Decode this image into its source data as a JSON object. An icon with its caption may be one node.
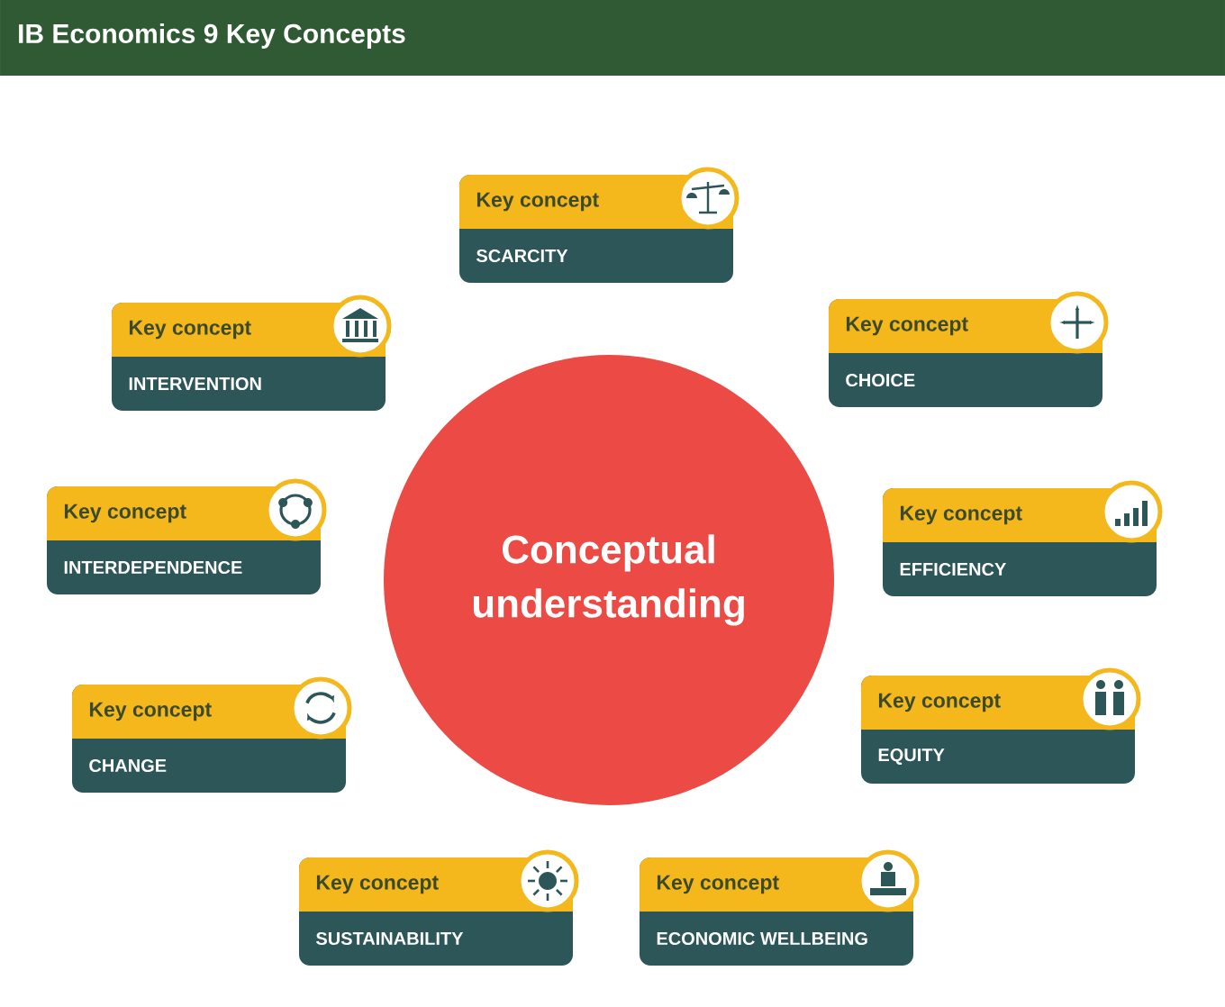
{
  "diagram": {
    "title": "IB Economics 9 Key Concepts",
    "nodes": [
      {
        "text": [
          "Conceptual understanding"
        ]
      },
      {
        "text": [
          "Key concept",
          "SCARCITY"
        ]
      },
      {
        "text": [
          "Key concept",
          "INTERVENTION"
        ]
      },
      {
        "text": [
          "Key concept",
          "CHOICE"
        ]
      },
      {
        "text": [
          "Key concept",
          "INTERDEPENDENCE"
        ]
      },
      {
        "text": [
          "Key concept",
          "EFFICIENCY"
        ]
      },
      {
        "text": [
          "Key concept",
          "CHANGE"
        ]
      },
      {
        "text": [
          "Key concept",
          "EQUITY"
        ]
      },
      {
        "text": [
          "Key concept",
          "SUSTAINABILITY"
        ]
      },
      {
        "text": [
          "Key concept",
          "ECONOMIC WELLBEING"
        ]
      }
    ]
  }
}
